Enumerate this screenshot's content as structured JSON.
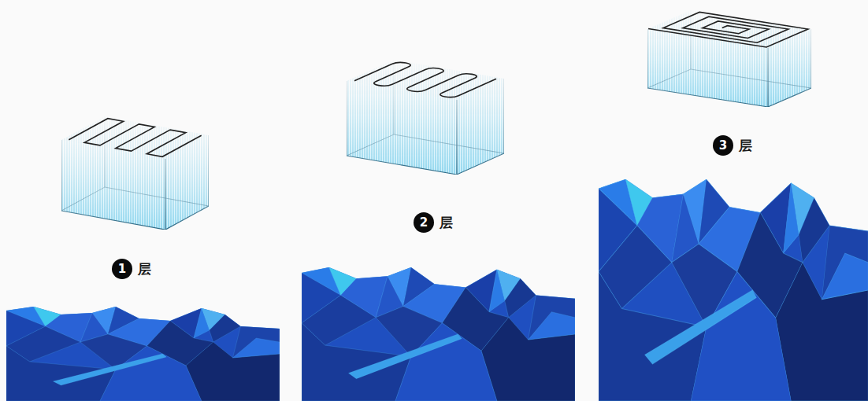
{
  "diagram": {
    "nodes": [
      {
        "text": [
          "1",
          "层"
        ]
      },
      {
        "text": [
          "2",
          "层"
        ]
      },
      {
        "text": [
          "3",
          "层"
        ]
      }
    ]
  }
}
